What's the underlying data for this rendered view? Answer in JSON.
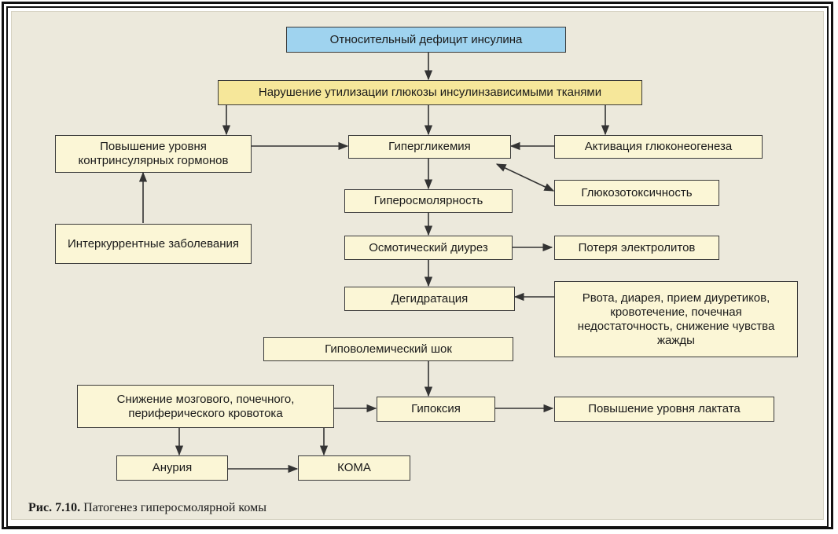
{
  "diagram": {
    "nodes": {
      "relative_insulin_deficit": "Относительный дефицит инсулина",
      "glucose_utilization_disorder": "Нарушение утилизации глюкозы инсулинзависимыми тканями",
      "contrainsular_hormones": "Повышение уровня контринсулярных гормонов",
      "hyperglycemia": "Гипергликемия",
      "gluconeogenesis": "Активация глюконеогенеза",
      "glucotoxicity": "Глюкозотоксичность",
      "hyperosmolarity": "Гиперосмолярность",
      "intercurrent_diseases": "Интеркуррентные заболевания",
      "osmotic_diuresis": "Осмотический диурез",
      "electrolyte_loss": "Потеря электролитов",
      "dehydration": "Дегидратация",
      "vomiting_factors": "Рвота, диарея, прием диуретиков, кровотечение, почечная недостаточность, снижение чувства жажды",
      "hypovolemic_shock": "Гиповолемический шок",
      "blood_flow_reduction": "Снижение мозгового, почечного, периферического кровотока",
      "hypoxia": "Гипоксия",
      "lactate_increase": "Повышение уровня лактата",
      "anuria": "Анурия",
      "coma": "КОМА"
    },
    "colors": {
      "box_fill": "#fbf6d6",
      "top_box_fill": "#9fd3ef",
      "second_box_fill": "#f6e79a",
      "border": "#3a3a3a",
      "background": "#ece9dc"
    }
  },
  "caption": {
    "label": "Рис. 7.10.",
    "text": "Патогенез гиперосмолярной комы"
  }
}
